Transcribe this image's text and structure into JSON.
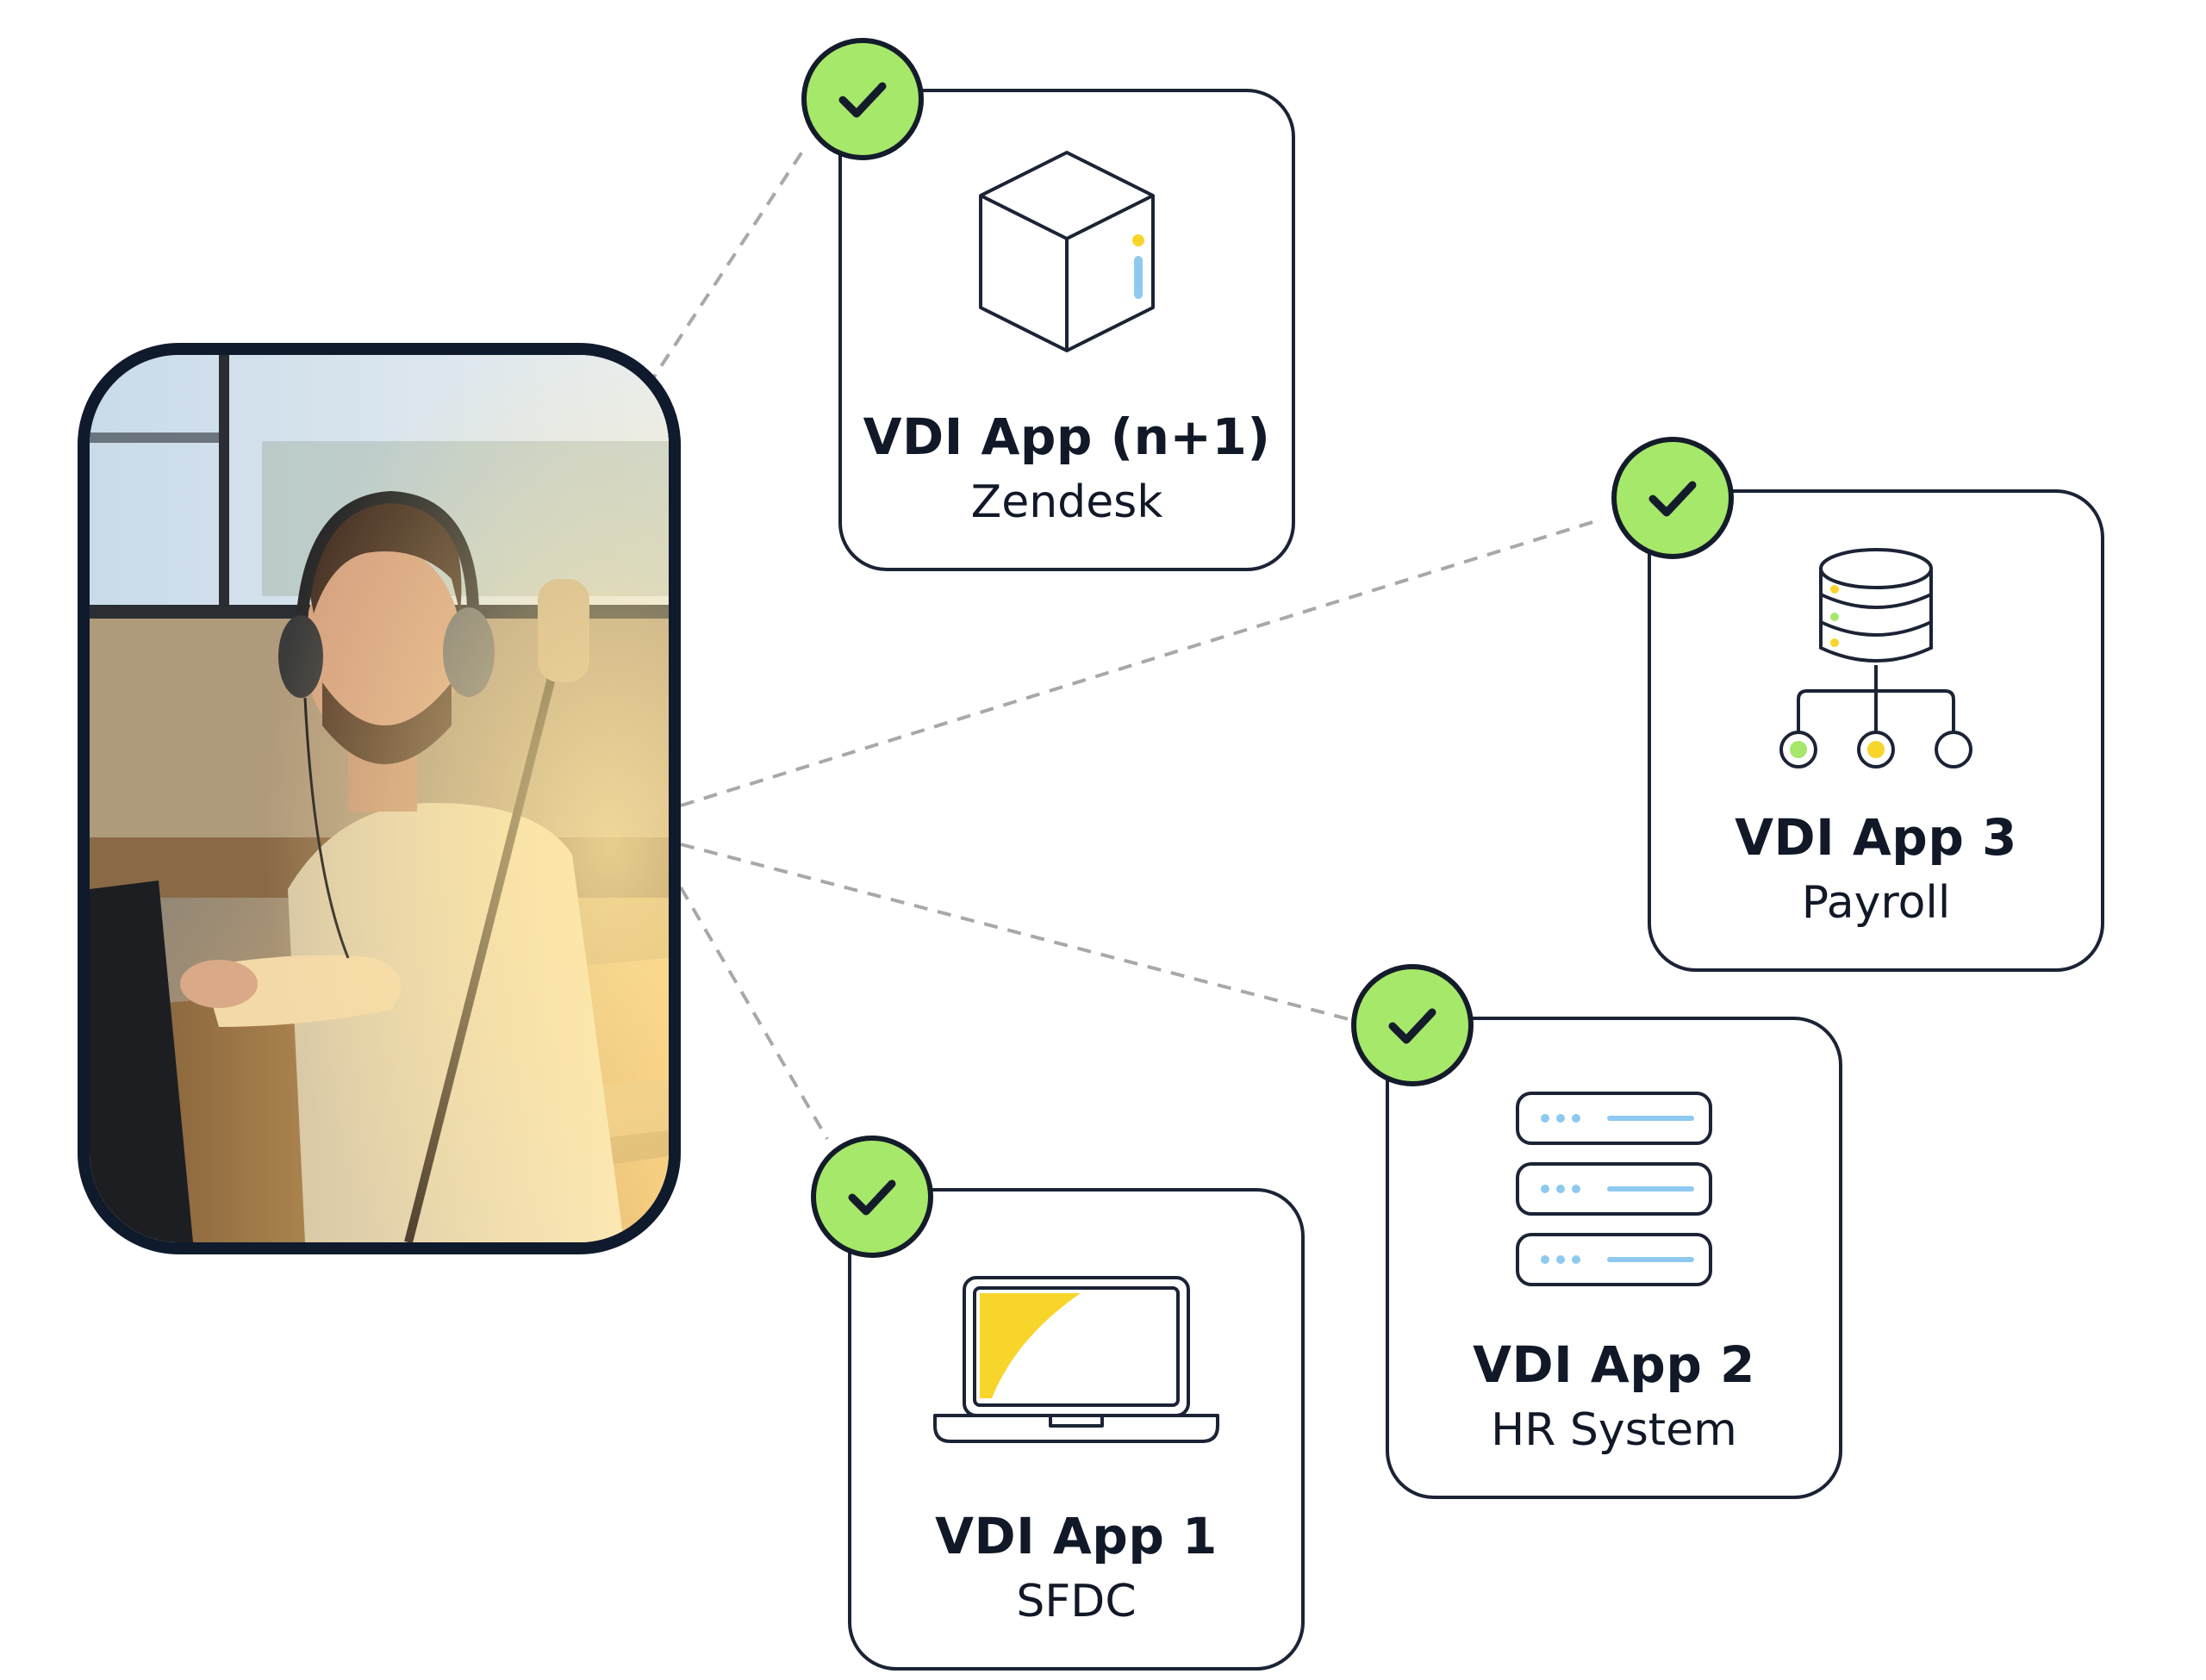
{
  "apps": [
    {
      "title": "VDI App (n+1)",
      "subtitle": "Zendesk",
      "icon": "cube-icon"
    },
    {
      "title": "VDI App 3",
      "subtitle": "Payroll",
      "icon": "database-network-icon"
    },
    {
      "title": "VDI App 2",
      "subtitle": "HR System",
      "icon": "server-rack-icon"
    },
    {
      "title": "VDI App 1",
      "subtitle": "SFDC",
      "icon": "laptop-icon"
    }
  ],
  "photo": {
    "subject": "person-with-headset-at-desk"
  },
  "colors": {
    "check_fill": "#a6e86a",
    "border": "#1b2335",
    "accent_yellow": "#f8d52a",
    "accent_blue": "#8ec9ef",
    "accent_green": "#a6e86a",
    "connector": "#a8a8a8"
  }
}
